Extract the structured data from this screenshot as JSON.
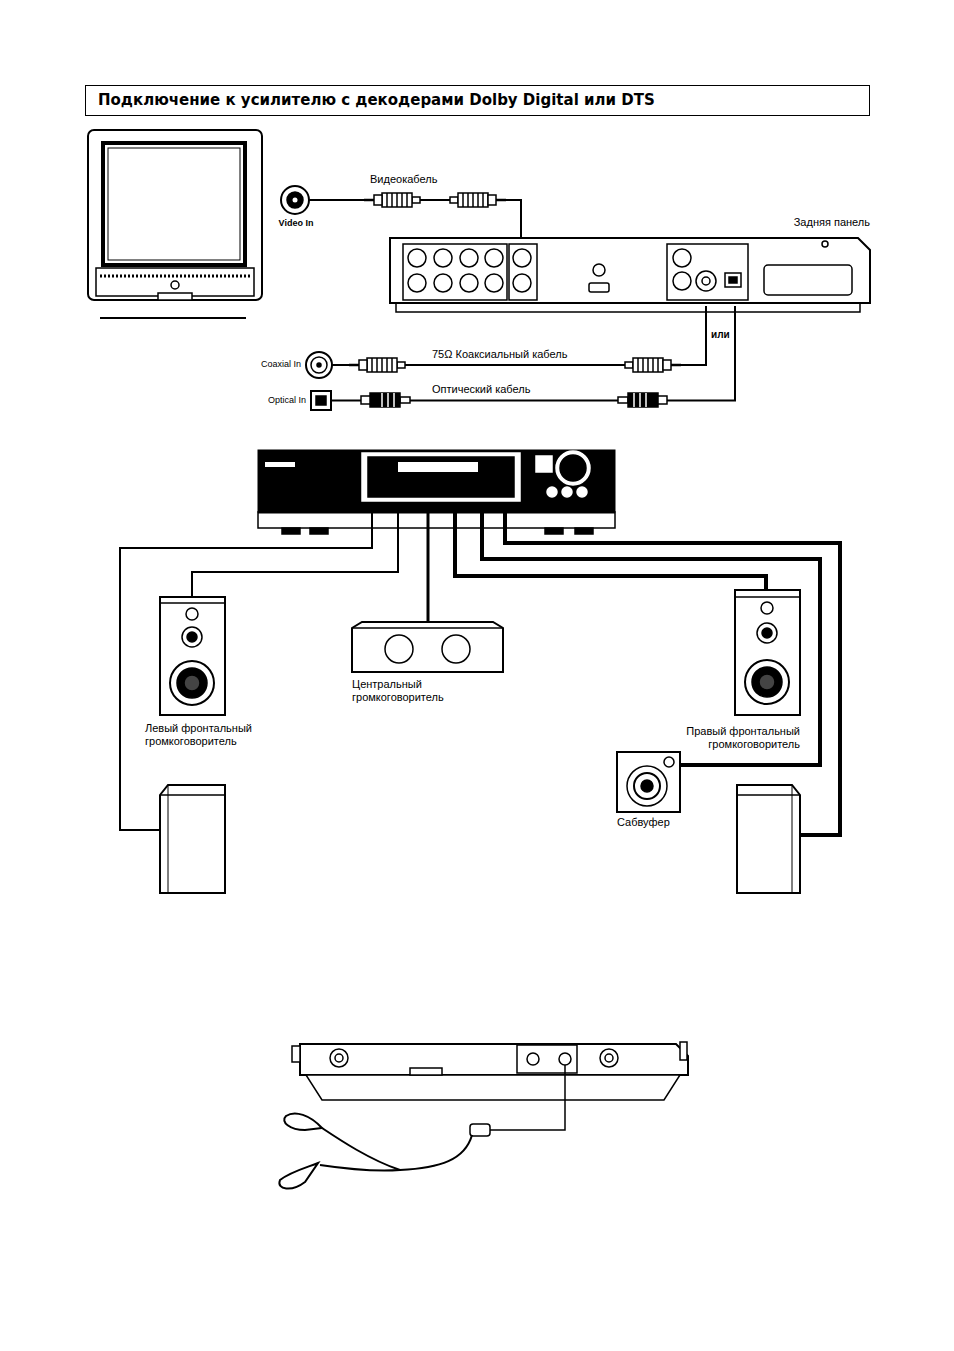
{
  "diagram": {
    "title": "Подключение к усилителю с декодерами Dolby Digital или DTS",
    "nodes": [
      {
        "text": [
          "Video In"
        ]
      },
      {
        "text": [
          "Задняя панель"
        ]
      },
      {
        "text": [
          "Coaxial In"
        ]
      },
      {
        "text": [
          "Optical In"
        ]
      },
      {
        "text": [
          "Центральный громкоговоритель"
        ]
      },
      {
        "text": [
          "Левый фронтальный громкоговоритель"
        ]
      },
      {
        "text": [
          "Правый фронтальный громкоговоритель"
        ]
      },
      {
        "text": [
          "Сабвуфер"
        ]
      }
    ],
    "edges": [
      {
        "from": 0,
        "to": 1,
        "label": "Видеокабель",
        "arrow": "none"
      },
      {
        "from": 2,
        "to": 1,
        "label": "75Ω Коаксиальный кабель",
        "arrow": "none"
      },
      {
        "from": 3,
        "to": 1,
        "label": "Оптический кабель",
        "arrow": "none"
      }
    ],
    "labels": [
      "или"
    ]
  }
}
